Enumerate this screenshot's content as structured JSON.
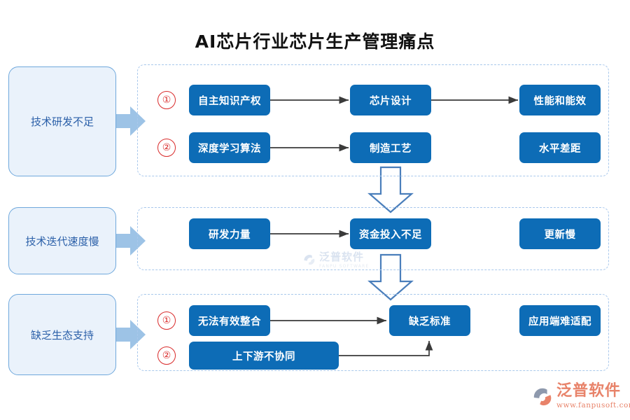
{
  "title": "AI芯片行业芯片生产管理痛点",
  "colors": {
    "node_blue": "#0d6cb6",
    "category_fill": "#eaf2fb",
    "category_border": "#6fa8dc",
    "group_dash": "#a9c8ec",
    "index_red": "#d92b2b",
    "side_arrow": "#9dc3e6",
    "down_arrow": "#4a7ebb",
    "connector": "#3a3a3a",
    "logo_orange": "#e8836a"
  },
  "rows": [
    {
      "category": "技术研发不足",
      "indices": [
        "①",
        "②"
      ],
      "nodes": [
        {
          "label": "自主知识产权"
        },
        {
          "label": "芯片设计"
        },
        {
          "label": "性能和能效"
        },
        {
          "label": "深度学习算法"
        },
        {
          "label": "制造工艺"
        },
        {
          "label": "水平差距"
        }
      ]
    },
    {
      "category": "技术迭代速度慢",
      "indices": [],
      "nodes": [
        {
          "label": "研发力量"
        },
        {
          "label": "资金投入不足"
        },
        {
          "label": "更新慢"
        }
      ]
    },
    {
      "category": "缺乏生态支持",
      "indices": [
        "①",
        "②"
      ],
      "nodes": [
        {
          "label": "无法有效整合"
        },
        {
          "label": "缺乏标准"
        },
        {
          "label": "应用端难适配"
        },
        {
          "label": "上下游不协同"
        }
      ]
    }
  ],
  "watermark": {
    "brand": "泛普软件",
    "sub": "FANPU SOFTWARE"
  },
  "logo": {
    "brand": "泛普软件",
    "url": "www.fanpusoft.com"
  }
}
